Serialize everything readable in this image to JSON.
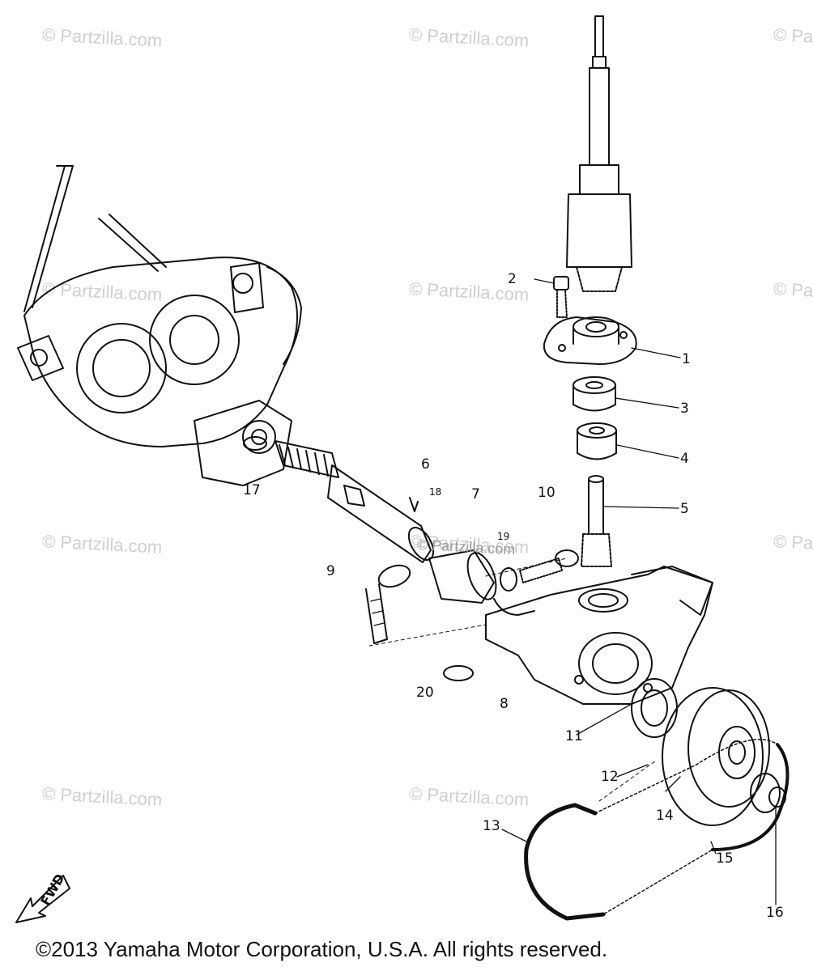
{
  "watermark": "© Partzilla.com",
  "copyright": "©2013 Yamaha Motor Corporation, U.S.A. All rights reserved.",
  "direction_arrow": "FWD",
  "callouts": [
    "1",
    "2",
    "3",
    "4",
    "5",
    "6",
    "7",
    "8",
    "9",
    "10",
    "11",
    "12",
    "13",
    "14",
    "15",
    "16",
    "17",
    "18",
    "19",
    "20"
  ],
  "colors": {
    "ink": "#111111",
    "watermark": "#cfcfcf",
    "background": "#ffffff"
  }
}
